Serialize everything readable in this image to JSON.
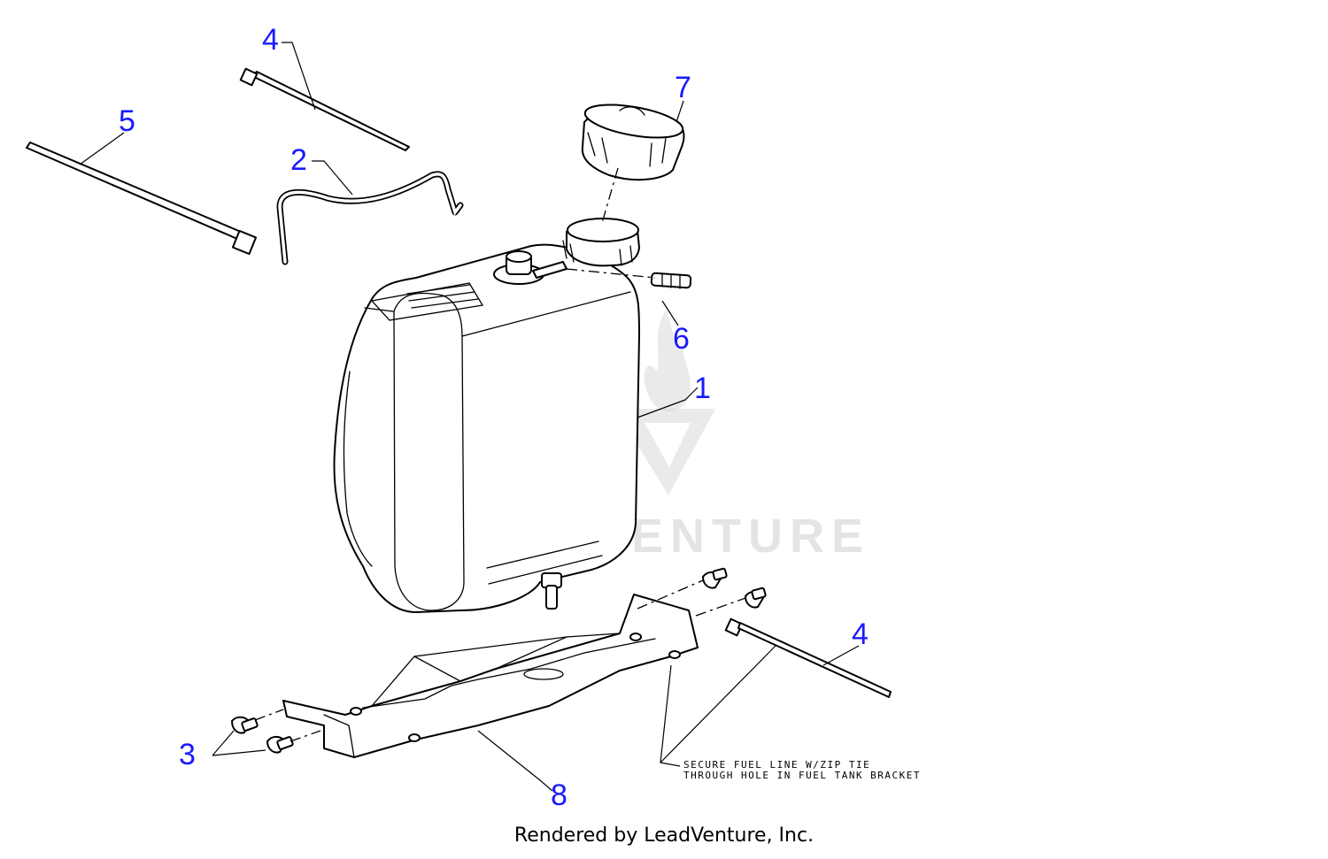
{
  "diagram": {
    "callouts": {
      "tank": "1",
      "fuel_line_clip": "2",
      "bolt": "3",
      "zip_tie_small": "4",
      "zip_tie_large": "5",
      "fitting": "6",
      "fuel_cap": "7",
      "bracket": "8"
    },
    "note_lines": [
      "SECURE FUEL LINE W/ZIP TIE",
      "THROUGH HOLE IN FUEL TANK BRACKET"
    ],
    "watermark": "LEADVENTURE"
  },
  "footer": {
    "credit": "Rendered by LeadVenture, Inc."
  }
}
